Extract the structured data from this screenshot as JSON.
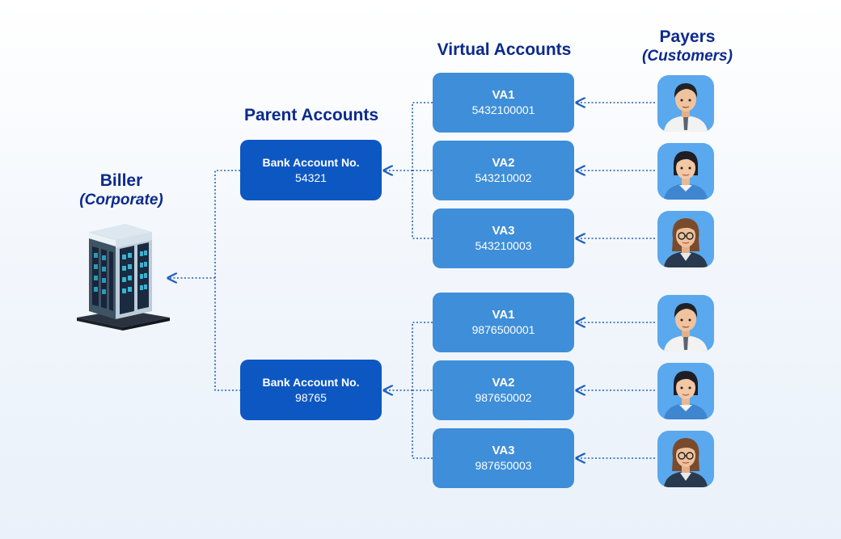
{
  "headings": {
    "biller_title": "Biller",
    "biller_sub": "(Corporate)",
    "parent_title": "Parent Accounts",
    "virtual_title": "Virtual Accounts",
    "payers_title": "Payers",
    "payers_sub": "(Customers)"
  },
  "parents": [
    {
      "label": "Bank Account No.",
      "number": "54321"
    },
    {
      "label": "Bank Account No.",
      "number": "98765"
    }
  ],
  "virtual_accounts": [
    {
      "label": "VA1",
      "number": "5432100001"
    },
    {
      "label": "VA2",
      "number": "543210002"
    },
    {
      "label": "VA3",
      "number": "543210003"
    },
    {
      "label": "VA1",
      "number": "9876500001"
    },
    {
      "label": "VA2",
      "number": "987650002"
    },
    {
      "label": "VA3",
      "number": "987650003"
    }
  ],
  "payers": [
    {
      "icon": "male-payer-icon"
    },
    {
      "icon": "female-payer-icon"
    },
    {
      "icon": "female-glasses-payer-icon"
    },
    {
      "icon": "male-payer-icon"
    },
    {
      "icon": "female-payer-icon"
    },
    {
      "icon": "female-glasses-payer-icon"
    }
  ],
  "colors": {
    "heading": "#0b2a8c",
    "parent_box": "#0d57c3",
    "va_box": "#3e8ed9",
    "connector": "#1f5fb8",
    "avatar_bg": "#5aa8ee"
  }
}
